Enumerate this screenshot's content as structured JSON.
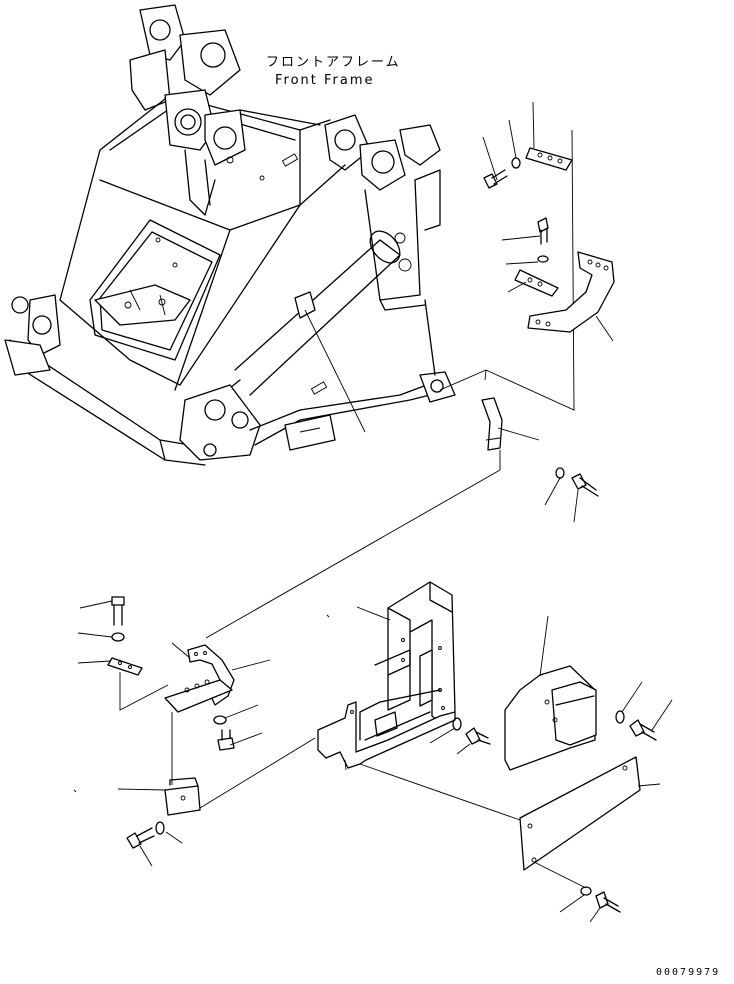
{
  "title_jp": "フロントアフレーム",
  "title_en": "Front Frame",
  "drawing_number": "00079979"
}
